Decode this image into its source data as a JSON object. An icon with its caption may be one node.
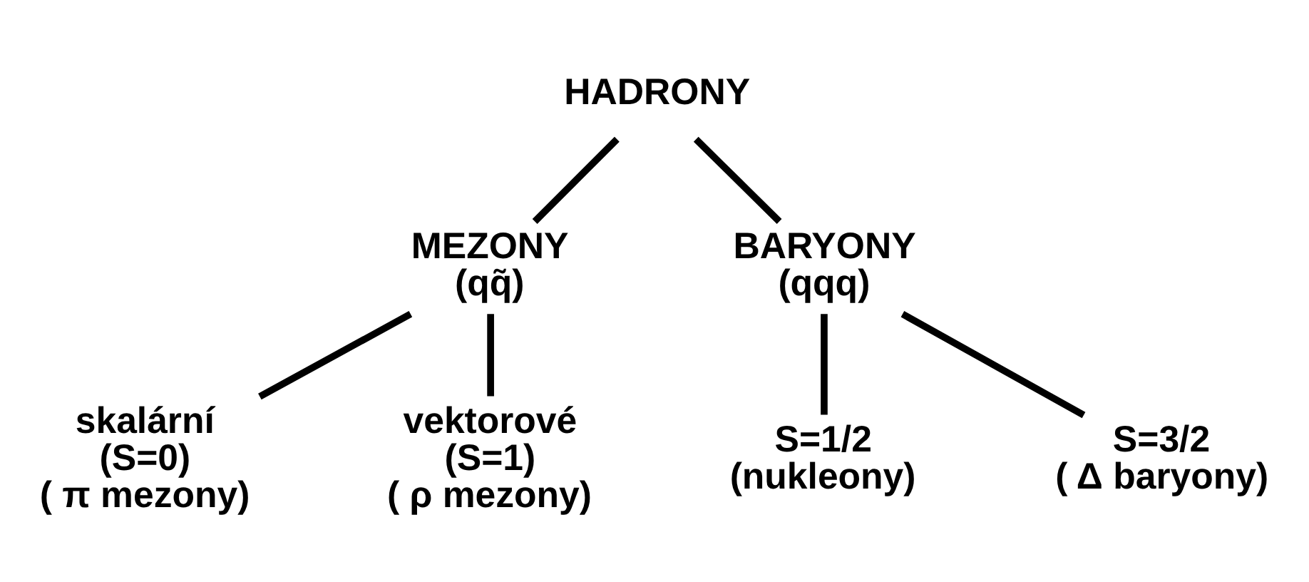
{
  "diagram": {
    "nodes": [
      {
        "text": [
          "HADRONY"
        ]
      },
      {
        "text": [
          "MEZONY",
          "(qq̃)"
        ]
      },
      {
        "text": [
          "BARYONY",
          "(qqq)"
        ]
      },
      {
        "text": [
          "skalární",
          "(S=0)",
          "( π mezony)"
        ]
      },
      {
        "text": [
          "vektorové",
          "(S=1)",
          "( ρ mezony)"
        ]
      },
      {
        "text": [
          "S=1/2",
          "(nukleony)"
        ]
      },
      {
        "text": [
          "S=3/2",
          "( Δ baryony)"
        ]
      }
    ],
    "edges": [
      {
        "from": 0,
        "to": 1,
        "arrow": "none"
      },
      {
        "from": 0,
        "to": 2,
        "arrow": "none"
      },
      {
        "from": 1,
        "to": 3,
        "arrow": "none"
      },
      {
        "from": 1,
        "to": 4,
        "arrow": "none"
      },
      {
        "from": 2,
        "to": 5,
        "arrow": "none"
      },
      {
        "from": 2,
        "to": 6,
        "arrow": "none"
      }
    ]
  }
}
